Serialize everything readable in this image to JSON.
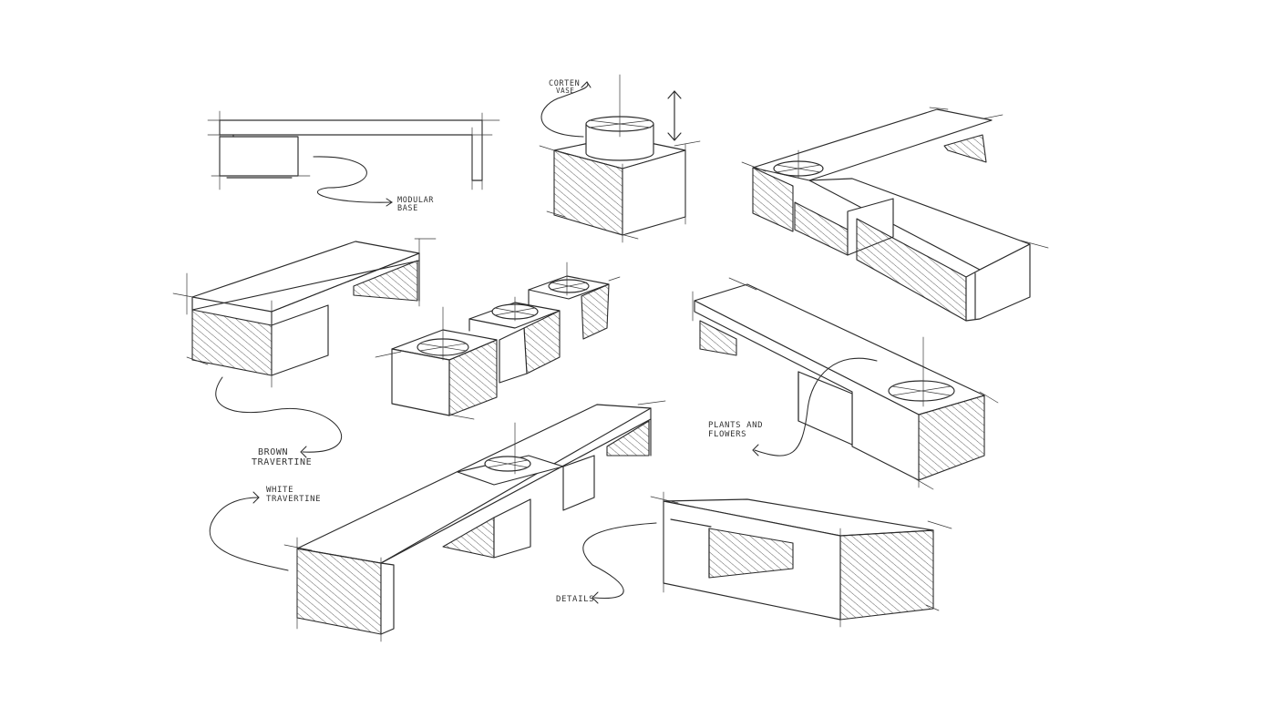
{
  "annotations": {
    "modular_base": [
      "MODULAR",
      "BASE"
    ],
    "corten_vase": [
      "CORTEN",
      "VASE"
    ],
    "brown_travertine": [
      "BROWN",
      "TRAVERTINE"
    ],
    "white_travertine": [
      "WHITE",
      "TRAVERTINE"
    ],
    "plants_and_flowers": [
      "PLANTS AND",
      "FLOWERS"
    ],
    "details": [
      "DETAILS"
    ]
  },
  "colors": {
    "ink": "#2b2b2b",
    "paper": "#ffffff"
  }
}
